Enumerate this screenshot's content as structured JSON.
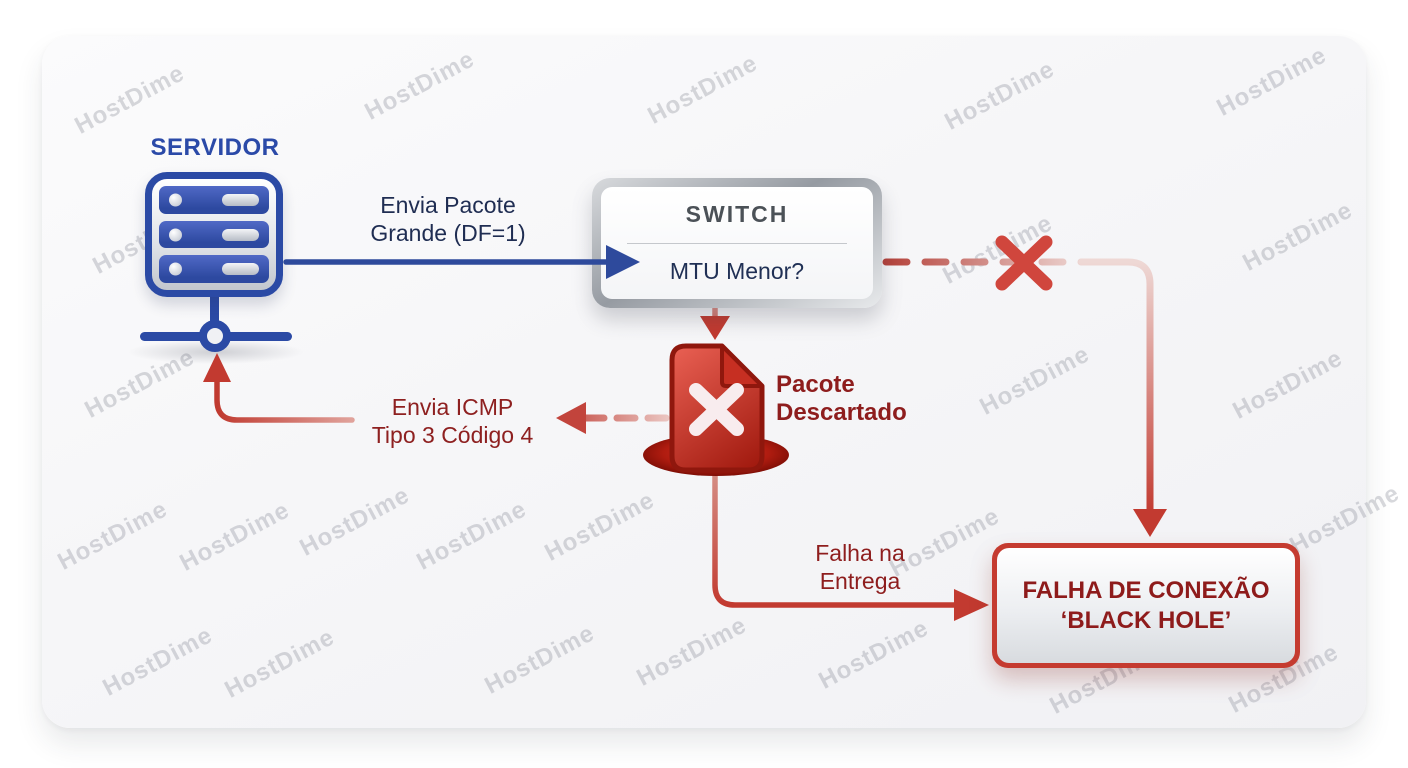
{
  "diagram": {
    "watermark_text": "HostDime",
    "server_label": "SERVIDOR",
    "send_packet_label": {
      "line1": "Envia Pacote",
      "line2": "Grande (DF=1)"
    },
    "switch_box": {
      "title": "SWITCH",
      "question": "MTU Menor?"
    },
    "packet_dropped_label": {
      "line1": "Pacote",
      "line2": "Descartado"
    },
    "icmp_label": {
      "line1": "Envia ICMP",
      "line2": "Tipo 3 Código 4"
    },
    "delivery_fail_label": {
      "line1": "Falha na",
      "line2": "Entrega"
    },
    "failure_box": {
      "line1": "FALHA DE CONEXÃO",
      "line2": "‘BLACK HOLE’"
    },
    "colors": {
      "blue": "#2b4aa5",
      "navy": "#1f2d52",
      "red": "#c0392b",
      "dark_red": "#8e1d1d",
      "switch_gray": "#4b5157",
      "watermark_gray": "#c9cbd1"
    }
  }
}
